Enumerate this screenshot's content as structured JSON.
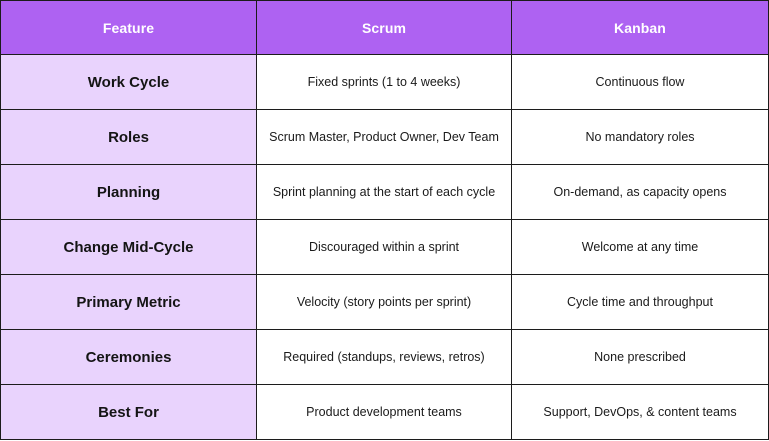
{
  "header": {
    "feature": "Feature",
    "scrum": "Scrum",
    "kanban": "Kanban"
  },
  "rows": [
    {
      "feature": "Work Cycle",
      "scrum": "Fixed sprints (1 to 4 weeks)",
      "kanban": "Continuous flow"
    },
    {
      "feature": "Roles",
      "scrum": "Scrum Master, Product Owner, Dev Team",
      "kanban": "No mandatory roles"
    },
    {
      "feature": "Planning",
      "scrum": "Sprint planning at the start of each cycle",
      "kanban": "On-demand, as capacity opens"
    },
    {
      "feature": "Change Mid-Cycle",
      "scrum": "Discouraged within a sprint",
      "kanban": "Welcome at any time"
    },
    {
      "feature": "Primary Metric",
      "scrum": "Velocity (story points per sprint)",
      "kanban": "Cycle time and throughput"
    },
    {
      "feature": "Ceremonies",
      "scrum": "Required (standups, reviews, retros)",
      "kanban": "None prescribed"
    },
    {
      "feature": "Best For",
      "scrum": "Product development teams",
      "kanban": "Support, DevOps, & content teams"
    }
  ],
  "colors": {
    "header_bg": "#ae62f2",
    "feature_bg": "#e9d3fd",
    "value_bg": "#ffffff",
    "border": "#1c1c1c"
  }
}
